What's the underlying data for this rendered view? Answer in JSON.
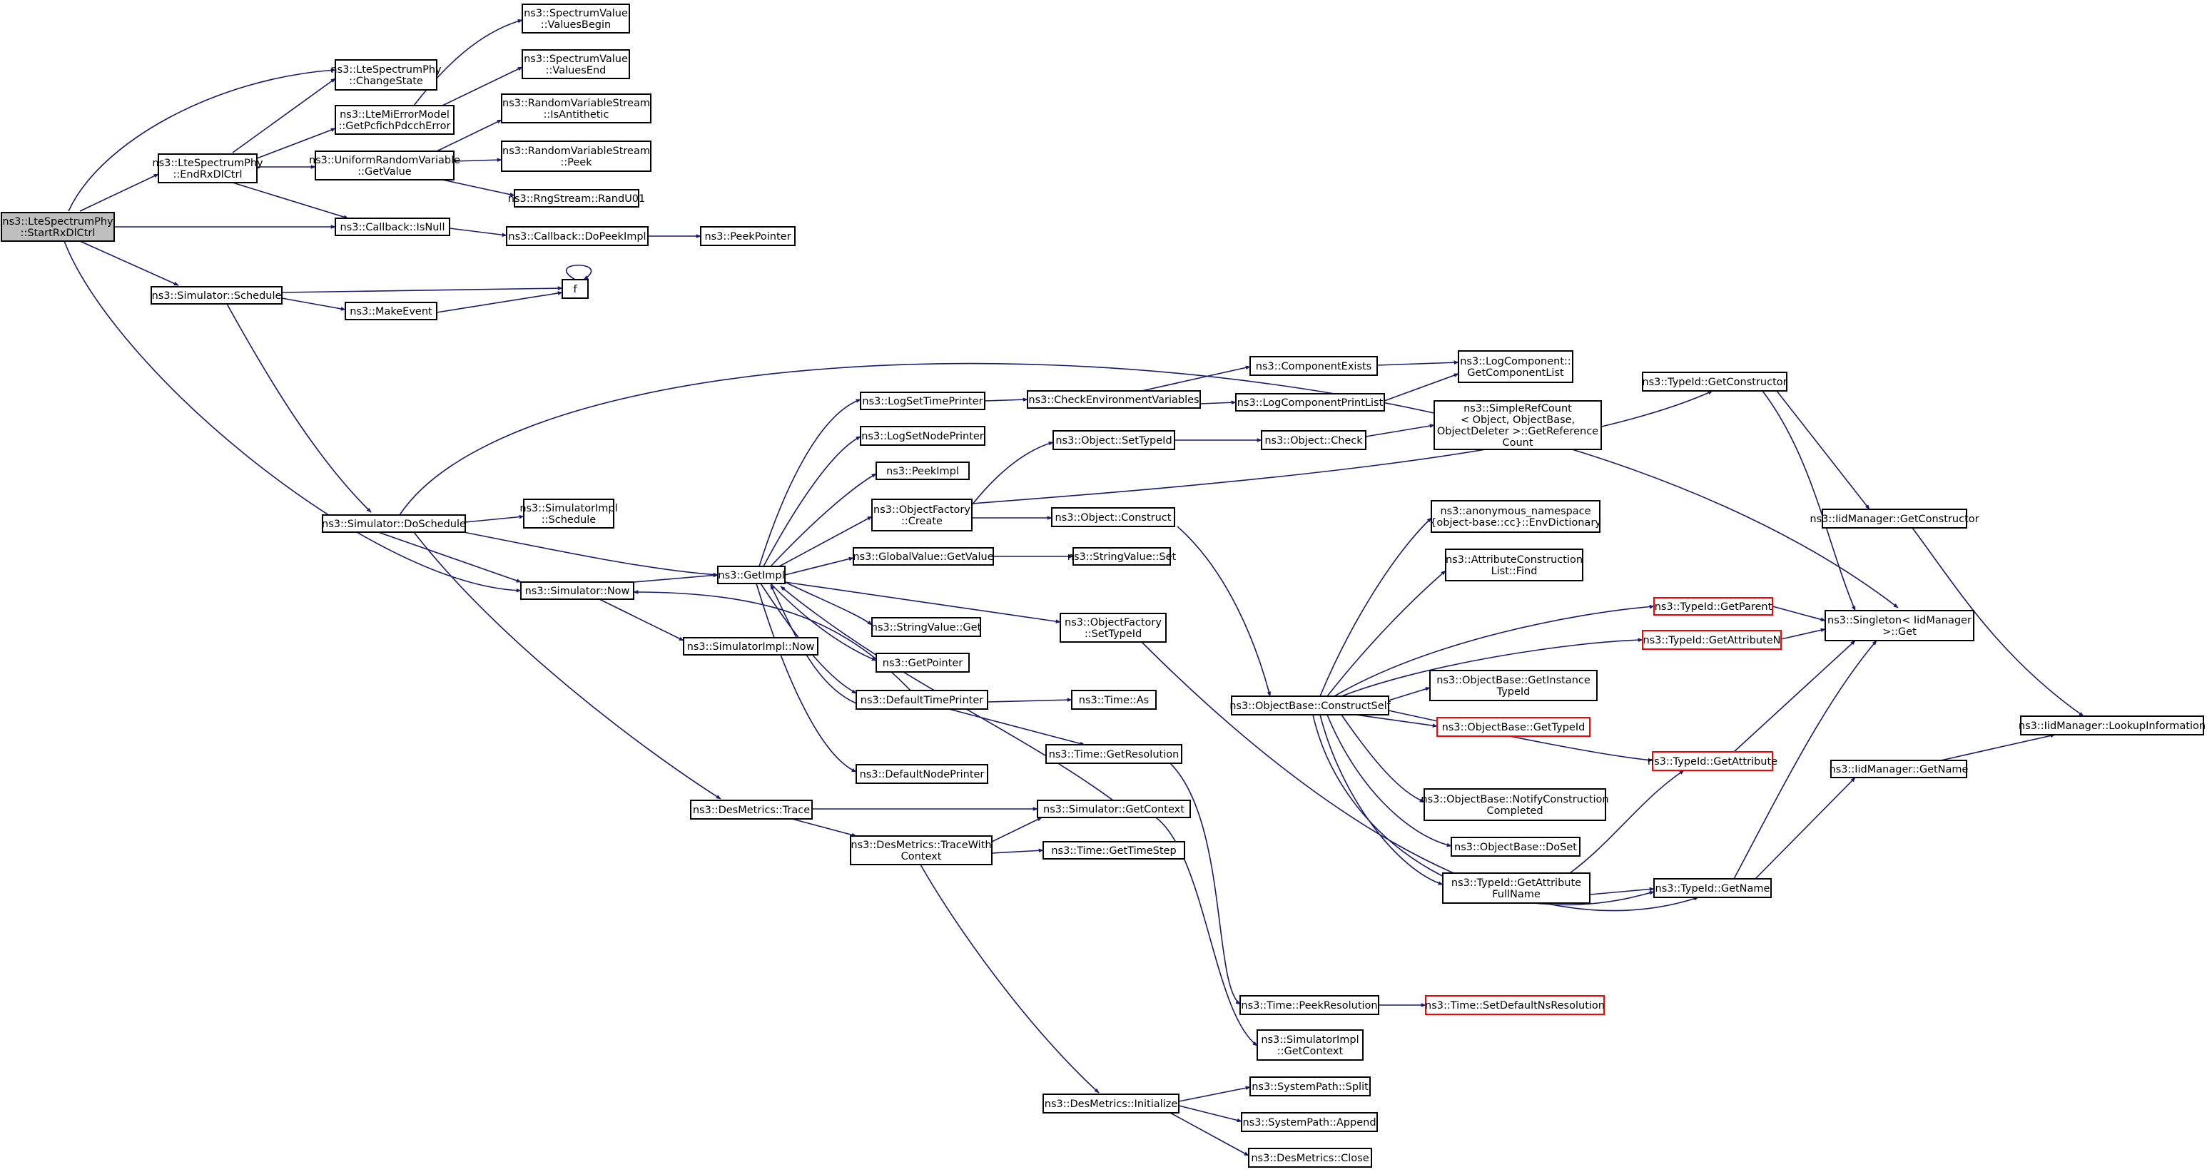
{
  "graph": {
    "edge_color": "#191970",
    "root_fill": "#bfbfbf",
    "highlight_border": "#ff0000",
    "nodes": [
      {
        "id": "root",
        "lines": [
          "ns3::LteSpectrumPhy",
          "::StartRxDlCtrl"
        ],
        "style": "root"
      },
      {
        "id": "changestate",
        "lines": [
          "ns3::LteSpectrumPhy",
          "::ChangeState"
        ]
      },
      {
        "id": "endrx",
        "lines": [
          "ns3::LteSpectrumPhy",
          "::EndRxDlCtrl"
        ]
      },
      {
        "id": "getpcfich",
        "lines": [
          "ns3::LteMiErrorModel",
          "::GetPcfichPdcchError"
        ]
      },
      {
        "id": "valbegin",
        "lines": [
          "ns3::SpectrumValue",
          "::ValuesBegin"
        ]
      },
      {
        "id": "valend",
        "lines": [
          "ns3::SpectrumValue",
          "::ValuesEnd"
        ]
      },
      {
        "id": "isanti",
        "lines": [
          "ns3::RandomVariableStream",
          "::IsAntithetic"
        ]
      },
      {
        "id": "rvspeek",
        "lines": [
          "ns3::RandomVariableStream",
          "::Peek"
        ]
      },
      {
        "id": "urvget",
        "lines": [
          "ns3::UniformRandomVariable",
          "::GetValue"
        ]
      },
      {
        "id": "randu01",
        "lines": [
          "ns3::RngStream::RandU01"
        ]
      },
      {
        "id": "isnull",
        "lines": [
          "ns3::Callback::IsNull"
        ]
      },
      {
        "id": "dopeek",
        "lines": [
          "ns3::Callback::DoPeekImpl"
        ]
      },
      {
        "id": "peekptr",
        "lines": [
          "ns3::PeekPointer"
        ]
      },
      {
        "id": "schedule",
        "lines": [
          "ns3::Simulator::Schedule"
        ]
      },
      {
        "id": "makeevent",
        "lines": [
          "ns3::MakeEvent"
        ]
      },
      {
        "id": "f",
        "lines": [
          "f"
        ]
      },
      {
        "id": "doschedule",
        "lines": [
          "ns3::Simulator::DoSchedule"
        ]
      },
      {
        "id": "implschedule",
        "lines": [
          "ns3::SimulatorImpl",
          "::Schedule"
        ]
      },
      {
        "id": "now",
        "lines": [
          "ns3::Simulator::Now"
        ]
      },
      {
        "id": "implnow",
        "lines": [
          "ns3::SimulatorImpl::Now"
        ]
      },
      {
        "id": "getimpl",
        "lines": [
          "ns3::GetImpl"
        ]
      },
      {
        "id": "logsettime",
        "lines": [
          "ns3::LogSetTimePrinter"
        ]
      },
      {
        "id": "logsetnode",
        "lines": [
          "ns3::LogSetNodePrinter"
        ]
      },
      {
        "id": "peekimpl",
        "lines": [
          "ns3::PeekImpl"
        ]
      },
      {
        "id": "ofcreate",
        "lines": [
          "ns3::ObjectFactory",
          "::Create"
        ]
      },
      {
        "id": "gvget",
        "lines": [
          "ns3::GlobalValue::GetValue"
        ]
      },
      {
        "id": "svget",
        "lines": [
          "ns3::StringValue::Get"
        ]
      },
      {
        "id": "getpointer",
        "lines": [
          "ns3::GetPointer"
        ]
      },
      {
        "id": "deftime",
        "lines": [
          "ns3::DefaultTimePrinter"
        ]
      },
      {
        "id": "defnode",
        "lines": [
          "ns3::DefaultNodePrinter"
        ]
      },
      {
        "id": "checkenv",
        "lines": [
          "ns3::CheckEnvironmentVariables"
        ]
      },
      {
        "id": "compexists",
        "lines": [
          "ns3::ComponentExists"
        ]
      },
      {
        "id": "logprint",
        "lines": [
          "ns3::LogComponentPrintList"
        ]
      },
      {
        "id": "getcomplist",
        "lines": [
          "ns3::LogComponent::",
          "GetComponentList"
        ]
      },
      {
        "id": "setypeid",
        "lines": [
          "ns3::Object::SetTypeId"
        ]
      },
      {
        "id": "objcheck",
        "lines": [
          "ns3::Object::Check"
        ]
      },
      {
        "id": "refcount",
        "lines": [
          "ns3::SimpleRefCount",
          "< Object, ObjectBase,",
          "ObjectDeleter >::GetReference",
          "Count"
        ]
      },
      {
        "id": "construct",
        "lines": [
          "ns3::Object::Construct"
        ]
      },
      {
        "id": "svset",
        "lines": [
          "ns3::StringValue::Set"
        ]
      },
      {
        "id": "ofsettypeid",
        "lines": [
          "ns3::ObjectFactory",
          "::SetTypeId"
        ]
      },
      {
        "id": "timeas",
        "lines": [
          "ns3::Time::As"
        ]
      },
      {
        "id": "getres",
        "lines": [
          "ns3::Time::GetResolution"
        ]
      },
      {
        "id": "getcontext",
        "lines": [
          "ns3::Simulator::GetContext"
        ]
      },
      {
        "id": "gettimestep",
        "lines": [
          "ns3::Time::GetTimeStep"
        ]
      },
      {
        "id": "trace",
        "lines": [
          "ns3::DesMetrics::Trace"
        ]
      },
      {
        "id": "tracectx",
        "lines": [
          "ns3::DesMetrics::TraceWith",
          "Context"
        ]
      },
      {
        "id": "peekres",
        "lines": [
          "ns3::Time::PeekResolution"
        ]
      },
      {
        "id": "setdefres",
        "lines": [
          "ns3::Time::SetDefaultNsResolution"
        ],
        "style": "red"
      },
      {
        "id": "implctx",
        "lines": [
          "ns3::SimulatorImpl",
          "::GetContext"
        ]
      },
      {
        "id": "initialize",
        "lines": [
          "ns3::DesMetrics::Initialize"
        ]
      },
      {
        "id": "split",
        "lines": [
          "ns3::SystemPath::Split"
        ]
      },
      {
        "id": "append",
        "lines": [
          "ns3::SystemPath::Append"
        ]
      },
      {
        "id": "close",
        "lines": [
          "ns3::DesMetrics::Close"
        ]
      },
      {
        "id": "constructself",
        "lines": [
          "ns3::ObjectBase::ConstructSelf"
        ]
      },
      {
        "id": "envdict",
        "lines": [
          "ns3::anonymous_namespace",
          "{object-base::cc}::EnvDictionary"
        ]
      },
      {
        "id": "aclfind",
        "lines": [
          "ns3::AttributeConstruction",
          "List::Find"
        ]
      },
      {
        "id": "getparent",
        "lines": [
          "ns3::TypeId::GetParent"
        ],
        "style": "red"
      },
      {
        "id": "getattrn",
        "lines": [
          "ns3::TypeId::GetAttributeN"
        ],
        "style": "red"
      },
      {
        "id": "getinst",
        "lines": [
          "ns3::ObjectBase::GetInstance",
          "TypeId"
        ]
      },
      {
        "id": "obgettid",
        "lines": [
          "ns3::ObjectBase::GetTypeId"
        ],
        "style": "red"
      },
      {
        "id": "getattr",
        "lines": [
          "ns3::TypeId::GetAttribute"
        ],
        "style": "red"
      },
      {
        "id": "notify",
        "lines": [
          "ns3::ObjectBase::NotifyConstruction",
          "Completed"
        ]
      },
      {
        "id": "doset",
        "lines": [
          "ns3::ObjectBase::DoSet"
        ]
      },
      {
        "id": "getattrfull",
        "lines": [
          "ns3::TypeId::GetAttribute",
          "FullName"
        ]
      },
      {
        "id": "getname",
        "lines": [
          "ns3::TypeId::GetName"
        ]
      },
      {
        "id": "getctor",
        "lines": [
          "ns3::TypeId::GetConstructor"
        ]
      },
      {
        "id": "iidctor",
        "lines": [
          "ns3::IidManager::GetConstructor"
        ]
      },
      {
        "id": "singleton",
        "lines": [
          "ns3::Singleton< IidManager",
          ">::Get"
        ]
      },
      {
        "id": "iidname",
        "lines": [
          "ns3::IidManager::GetName"
        ]
      },
      {
        "id": "lookup",
        "lines": [
          "ns3::IidManager::LookupInformation"
        ]
      }
    ]
  }
}
